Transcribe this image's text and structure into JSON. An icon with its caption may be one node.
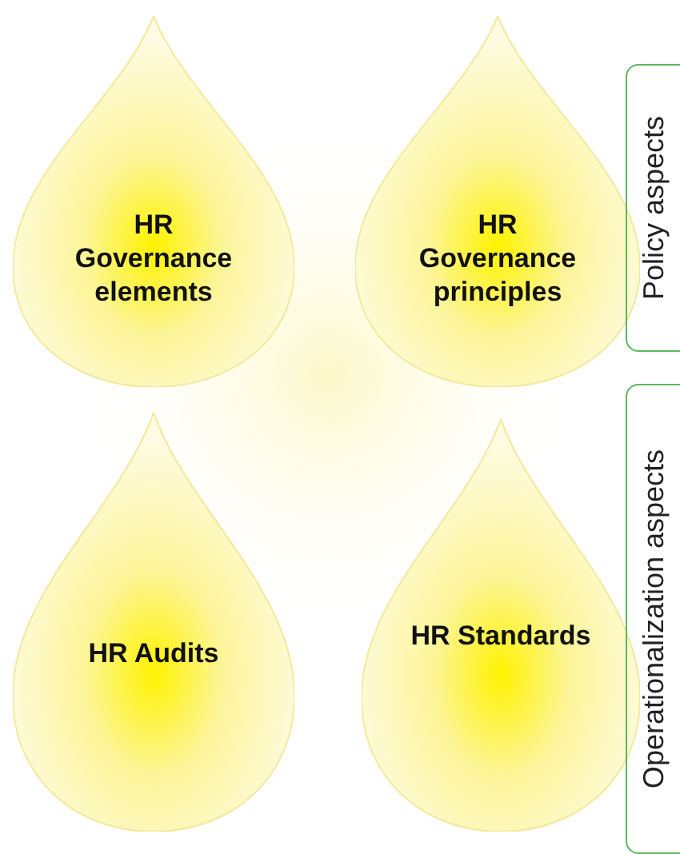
{
  "diagram": {
    "nodes": [
      {
        "text": [
          "HR Governance elements"
        ]
      },
      {
        "text": [
          "HR Governance principles"
        ]
      },
      {
        "text": [
          "Policy aspects"
        ]
      },
      {
        "text": [
          "HR Audits"
        ]
      },
      {
        "text": [
          "HR Standards"
        ]
      },
      {
        "text": [
          "Operationalization aspects"
        ]
      }
    ]
  }
}
